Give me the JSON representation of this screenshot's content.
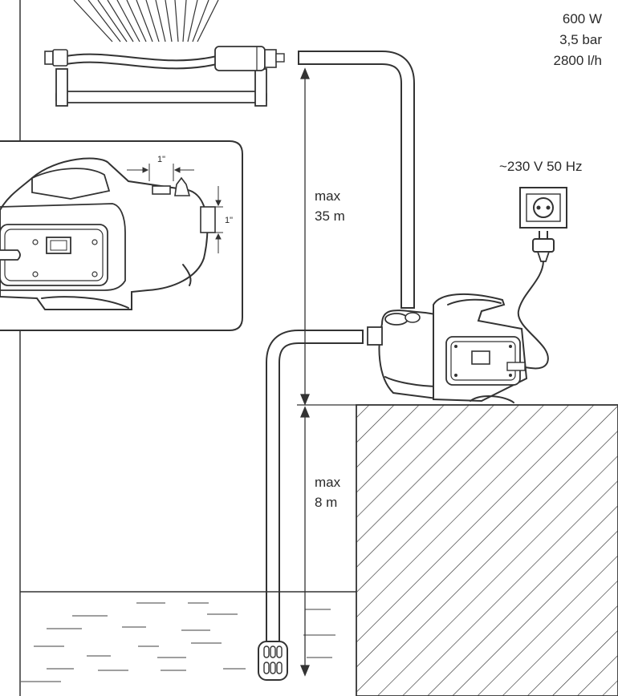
{
  "specs": {
    "power": "600 W",
    "pressure": "3,5 bar",
    "flow": "2800 l/h"
  },
  "mains": {
    "label": "~230 V  50 Hz"
  },
  "dimensions": {
    "head_max_label": "max",
    "head_max_value": "35 m",
    "suction_max_label": "max",
    "suction_max_value": "8 m"
  },
  "inset": {
    "outlet_size": "1\"",
    "inlet_size": "1\""
  }
}
